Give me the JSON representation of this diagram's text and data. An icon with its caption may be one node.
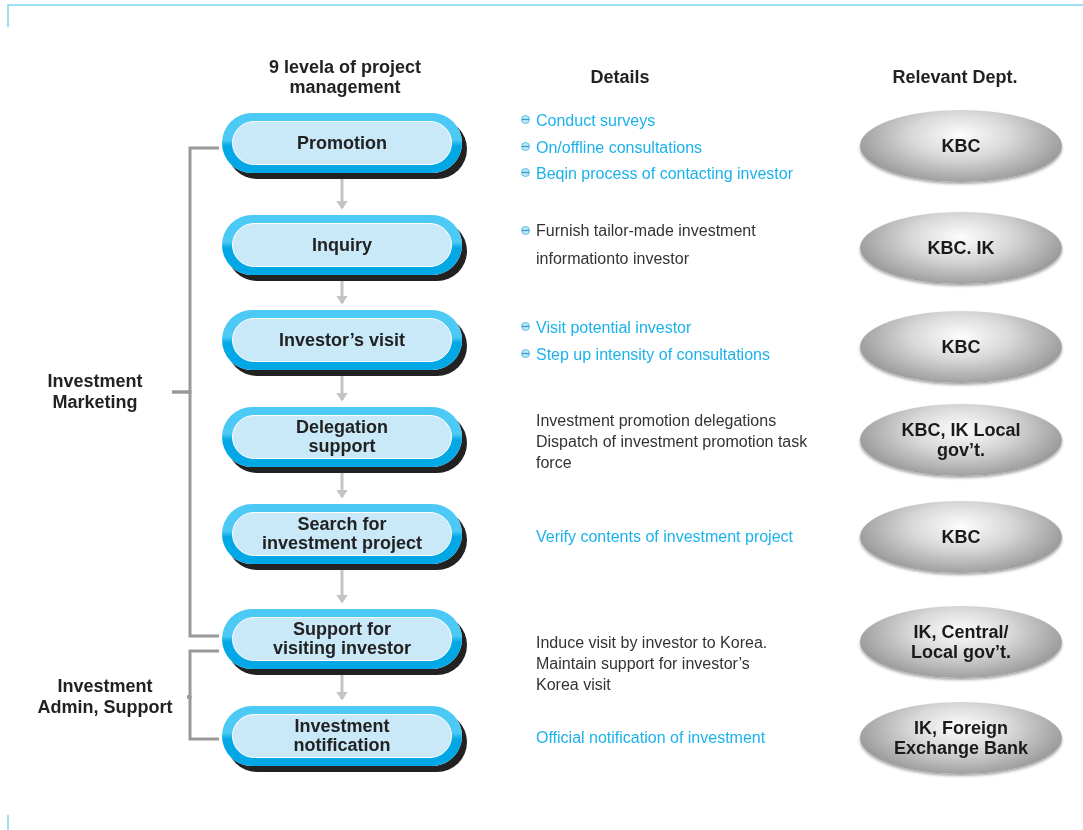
{
  "diagram": {
    "nodes": [
      {
        "text": [
          "Promotion"
        ]
      },
      {
        "text": [
          "Inquiry"
        ]
      },
      {
        "text": [
          "Investor’s visit"
        ]
      },
      {
        "text": [
          "Delegation support"
        ]
      },
      {
        "text": [
          "Search for investment project"
        ]
      },
      {
        "text": [
          "Support for visiting investor"
        ]
      },
      {
        "text": [
          "Investment notification"
        ]
      },
      {
        "text": [
          "KBC"
        ]
      },
      {
        "text": [
          "KBC. IK"
        ]
      },
      {
        "text": [
          "KBC"
        ]
      },
      {
        "text": [
          "KBC, IK Local gov’t."
        ]
      },
      {
        "text": [
          "KBC"
        ]
      },
      {
        "text": [
          "IK, Central/ Local gov’t."
        ]
      },
      {
        "text": [
          "IK, Foreign Exchange Bank"
        ]
      },
      {
        "text": [
          "Investment Marketing"
        ]
      },
      {
        "text": [
          "Investment Admin, Support"
        ]
      }
    ],
    "edges": [
      {
        "from": 0,
        "to": 1,
        "arrow": "to"
      },
      {
        "from": 1,
        "to": 2,
        "arrow": "to"
      },
      {
        "from": 2,
        "to": 3,
        "arrow": "to"
      },
      {
        "from": 3,
        "to": 4,
        "arrow": "to"
      },
      {
        "from": 4,
        "to": 5,
        "arrow": "to"
      },
      {
        "from": 5,
        "to": 6,
        "arrow": "to"
      },
      {
        "from": 14,
        "to": 0,
        "arrow": "none",
        "color": "#999999"
      },
      {
        "from": 14,
        "to": 5,
        "arrow": "none",
        "color": "#999999"
      },
      {
        "from": 15,
        "to": 5,
        "arrow": "none",
        "color": "#999999"
      },
      {
        "from": 15,
        "to": 6,
        "arrow": "none",
        "color": "#999999"
      }
    ],
    "labels": [
      "9 levela of project management",
      "Details",
      "Relevant Dept.",
      "Conduct surveys",
      "On/offline consultations",
      "Beqin process of contacting investor",
      "Furnish tailor-made investment informationto investor",
      "Visit potential investor",
      "Step up intensity of consultations",
      "Investment promotion delegations",
      "Dispatch of investment promotion task force",
      "Verify contents of investment project",
      "Induce visit by investor to Korea.",
      "Maintain support for investor’s Korea visit",
      "Official notification of investment"
    ]
  }
}
